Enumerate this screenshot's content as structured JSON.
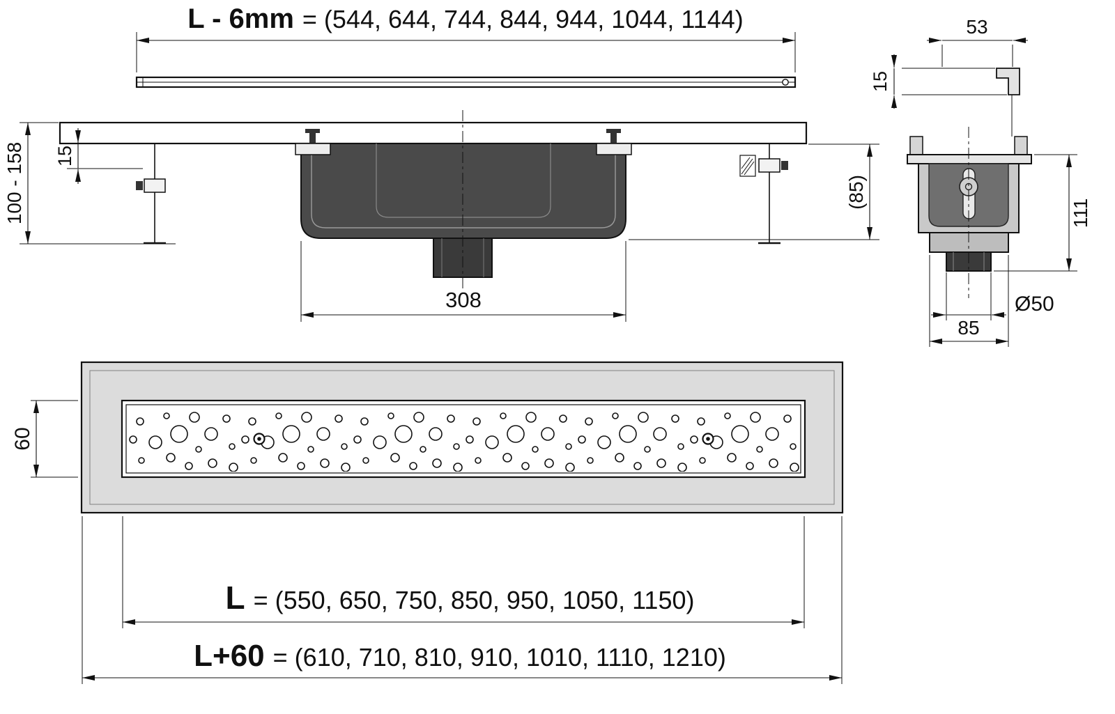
{
  "drawing_type": "linear-shower-drain-dimension-drawing",
  "elevation": {
    "length_dim": {
      "label": "L - 6mm",
      "values": "= (544, 644, 744, 844, 944, 1044, 1144)"
    },
    "install_height": "100 - 158",
    "rim_offset": "15",
    "trap_length": "308",
    "channel_depth": "(85)"
  },
  "section": {
    "top_offset": "53",
    "rim_height": "15",
    "body_height": "111",
    "outlet_diameter": "Ø50",
    "base_width": "85"
  },
  "plan": {
    "channel_width": "60",
    "grate_length": {
      "label": "L",
      "values": "= (550, 650, 750, 850, 950, 1050, 1150)"
    },
    "overall_length": {
      "label": "L+60",
      "values": "= (610, 710, 810, 910, 1010, 1110, 1210)"
    }
  },
  "colors": {
    "line": "#111111",
    "trough_fill": "#4a4a4a",
    "outlet_fill": "#3a3a3a",
    "flange_fill": "#dcdcdc"
  }
}
